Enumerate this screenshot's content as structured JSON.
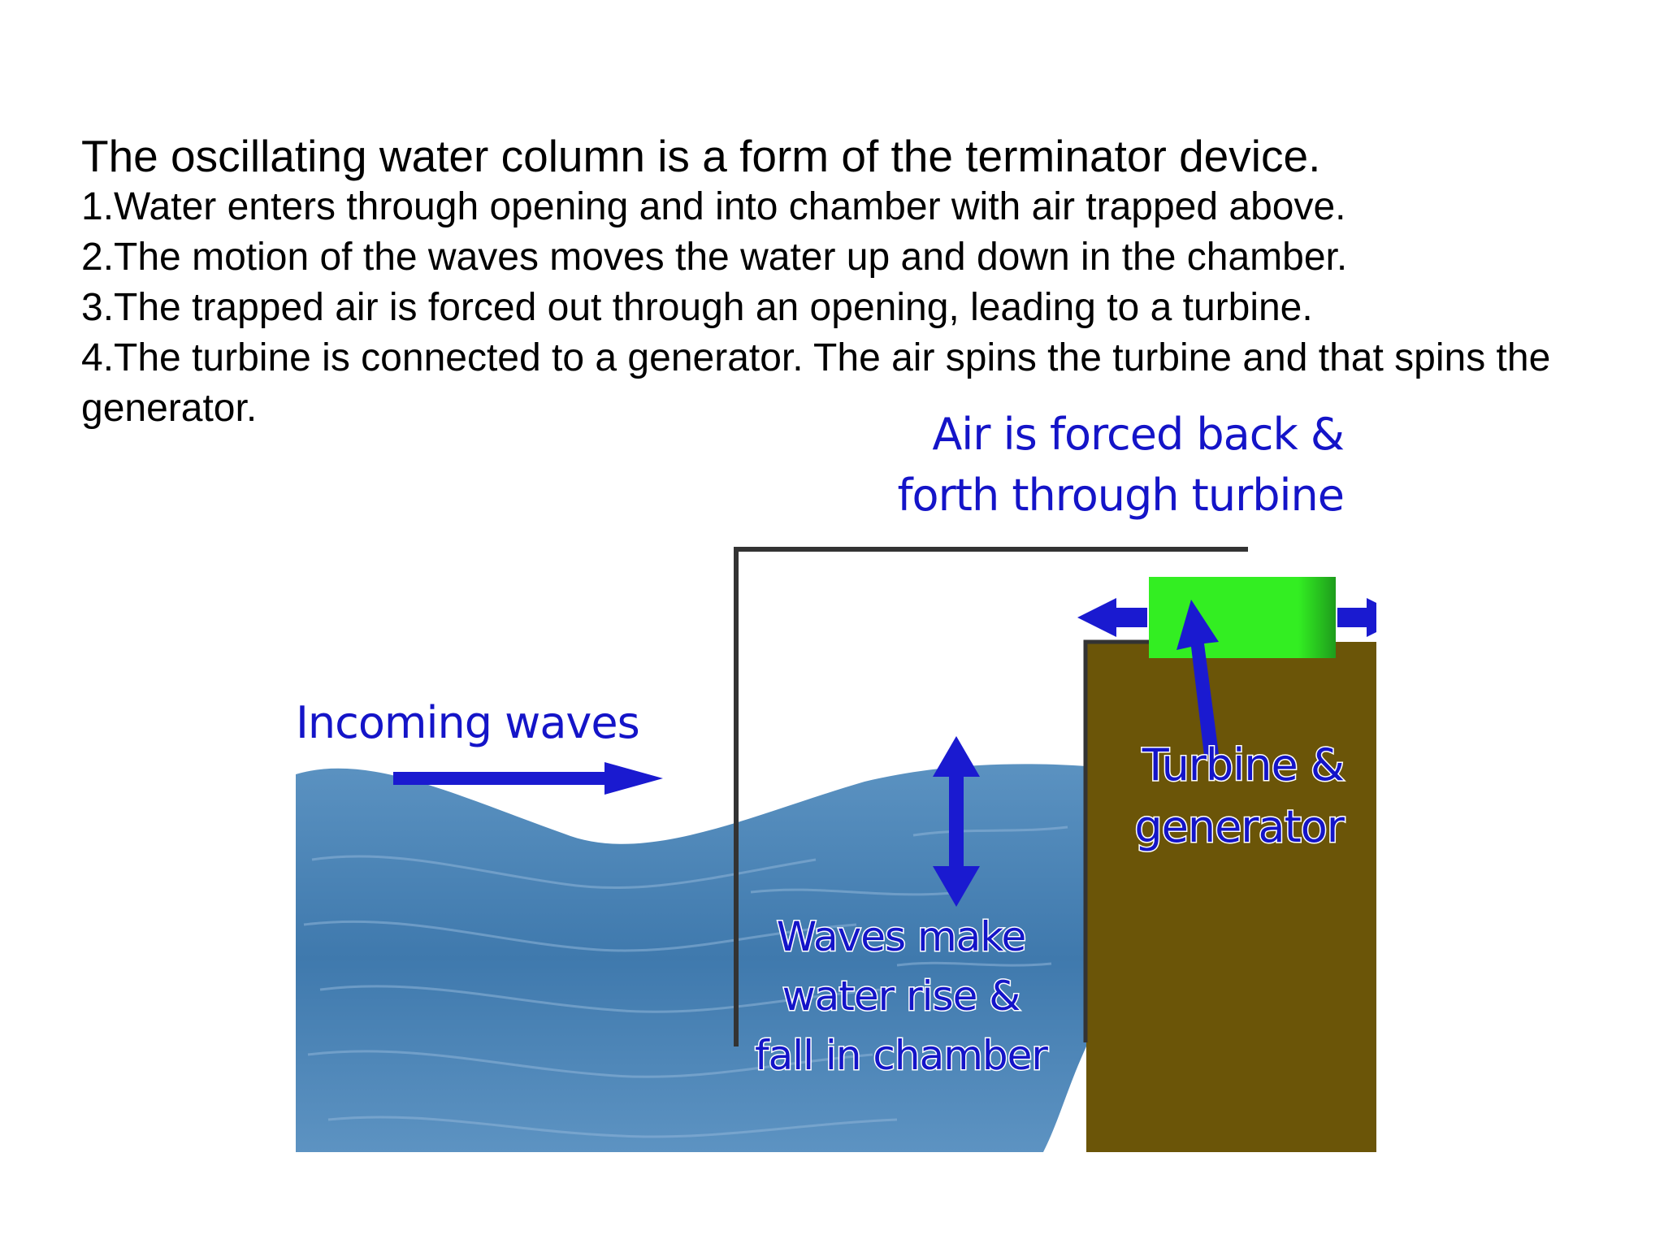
{
  "text": {
    "heading": "The oscillating water column is a form of the terminator device.",
    "steps": [
      "1.Water enters through opening and into chamber with air trapped above.",
      "2.The motion of the waves moves the water up and down in the chamber.",
      "3.The trapped air is forced out through an opening, leading to a turbine.",
      "4.The turbine is connected to a generator. The air spins the turbine and that spins the generator."
    ]
  },
  "diagram": {
    "labels": {
      "air_line1": "Air is forced back &",
      "air_line2": "forth through turbine",
      "incoming": "Incoming waves",
      "turbine_line1": "Turbine &",
      "turbine_line2": "generator",
      "chamber_line1": "Waves make",
      "chamber_line2": "water rise &",
      "chamber_line3": "fall in chamber"
    },
    "colors": {
      "water": "#3f79ad",
      "water_light": "#5b92c1",
      "land": "#6b5508",
      "turbine": "#33ee22",
      "arrow": "#1a1ad0",
      "label": "#1414c8",
      "pipe": "#333333"
    },
    "icons": [
      "right-arrow-icon",
      "up-down-arrow-icon",
      "left-arrow-icon",
      "up-arrow-icon"
    ]
  }
}
